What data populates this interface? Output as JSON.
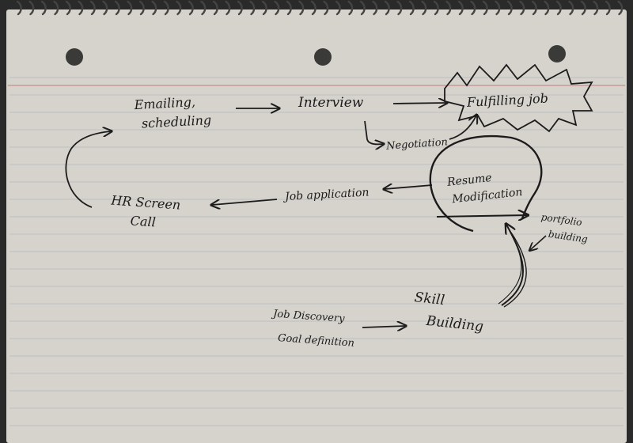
{
  "diagram": {
    "nodes": {
      "emailing": {
        "lines": [
          "Emailing,",
          "scheduling"
        ]
      },
      "interview": {
        "lines": [
          "Interview"
        ]
      },
      "fulfilling": {
        "lines": [
          "Fulfilling job"
        ]
      },
      "negotiation": {
        "lines": [
          "Negotiation"
        ]
      },
      "hr_screen": {
        "lines": [
          "HR Screen",
          "Call"
        ]
      },
      "job_application": {
        "lines": [
          "Job application"
        ]
      },
      "resume": {
        "lines": [
          "Resume",
          "Modification"
        ]
      },
      "portfolio": {
        "lines": [
          "portfolio",
          "building"
        ]
      },
      "job_discovery": {
        "lines": [
          "Job Discovery",
          "Goal definition"
        ]
      },
      "skill_building": {
        "lines": [
          "Skill",
          "Building"
        ]
      }
    }
  }
}
